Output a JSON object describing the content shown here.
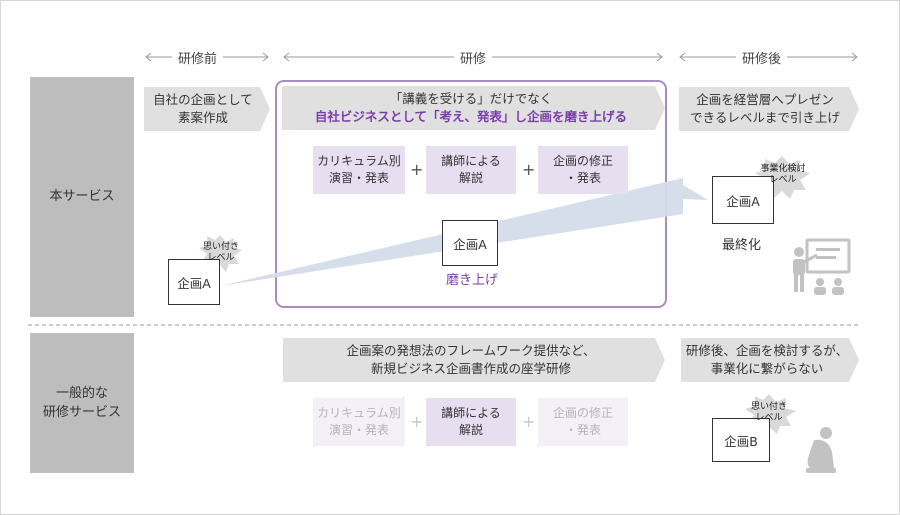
{
  "headers": {
    "before": "研修前",
    "during": "研修",
    "after": "研修後"
  },
  "rows": {
    "service": "本サービス",
    "general": "一般的な\n研修サービス"
  },
  "service": {
    "before_tag": "自社の企画として\n素案作成",
    "during_tag_line1": "「講義を受ける」だけでなく",
    "during_tag_line2": "自社ビジネスとして「考え、発表」し企画を磨き上げる",
    "after_tag": "企画を経営層へプレゼン\nできるレベルまで引き上げ",
    "boxes": [
      "カリキュラム別\n演習・発表",
      "講師による\n解説",
      "企画の修正\n・発表"
    ],
    "doc_before": "企画A",
    "burst_before": "思い付き\nレベル",
    "doc_mid": "企画A",
    "mid_caption": "磨き上げ",
    "doc_after": "企画A",
    "burst_after": "事業化検討\nレベル",
    "final_caption": "最終化"
  },
  "general": {
    "during_tag": "企画案の発想法のフレームワーク提供など、\n新規ビジネス企画書作成の座学研修",
    "after_tag": "研修後、企画を検討するが、\n事業化に繋がらない",
    "boxes": [
      "カリキュラム別\n演習・発表",
      "講師による\n解説",
      "企画の修正\n・発表"
    ],
    "doc": "企画B",
    "burst": "思い付き\nレベル"
  },
  "plus": "+",
  "colors": {
    "accent": "#8e6aa8",
    "accent_text": "#7a3ea8",
    "tag_gray": "#e0e0e0",
    "label_gray": "#bdbdbd",
    "arrow": "#d5dcea"
  }
}
